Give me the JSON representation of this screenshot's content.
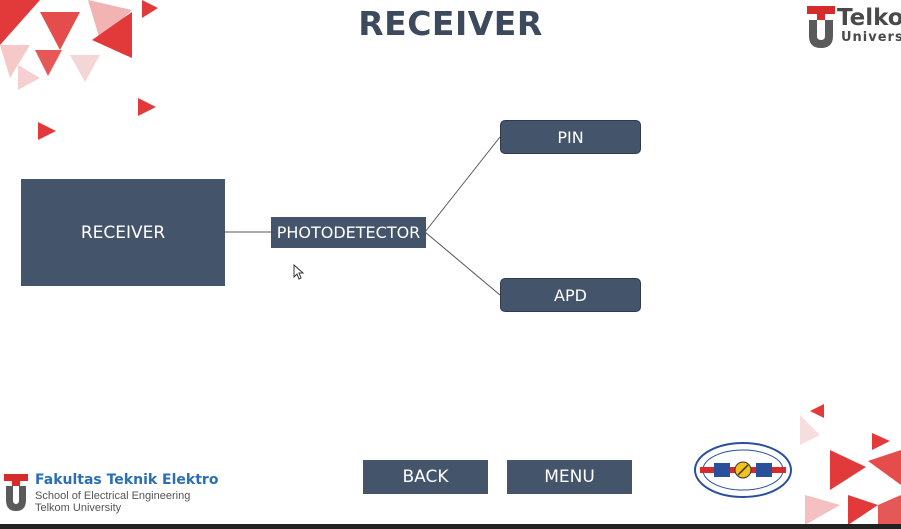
{
  "slide": {
    "title": "RECEIVER"
  },
  "diagram": {
    "root": "RECEIVER",
    "middle": "PHOTODETECTOR",
    "branches": [
      "PIN",
      "APD"
    ]
  },
  "nav": {
    "back_label": "BACK",
    "menu_label": "MENU"
  },
  "logos": {
    "telkom_line1": "Telko",
    "telkom_line2": "Univers",
    "faculty_name": "Fakultas Teknik Elektro",
    "school_name": "School of Electrical Engineering",
    "university_name": "Telkom University"
  },
  "colors": {
    "box": "#44546a",
    "accent_red": "#e23a3a",
    "title": "#3d4a5e"
  }
}
